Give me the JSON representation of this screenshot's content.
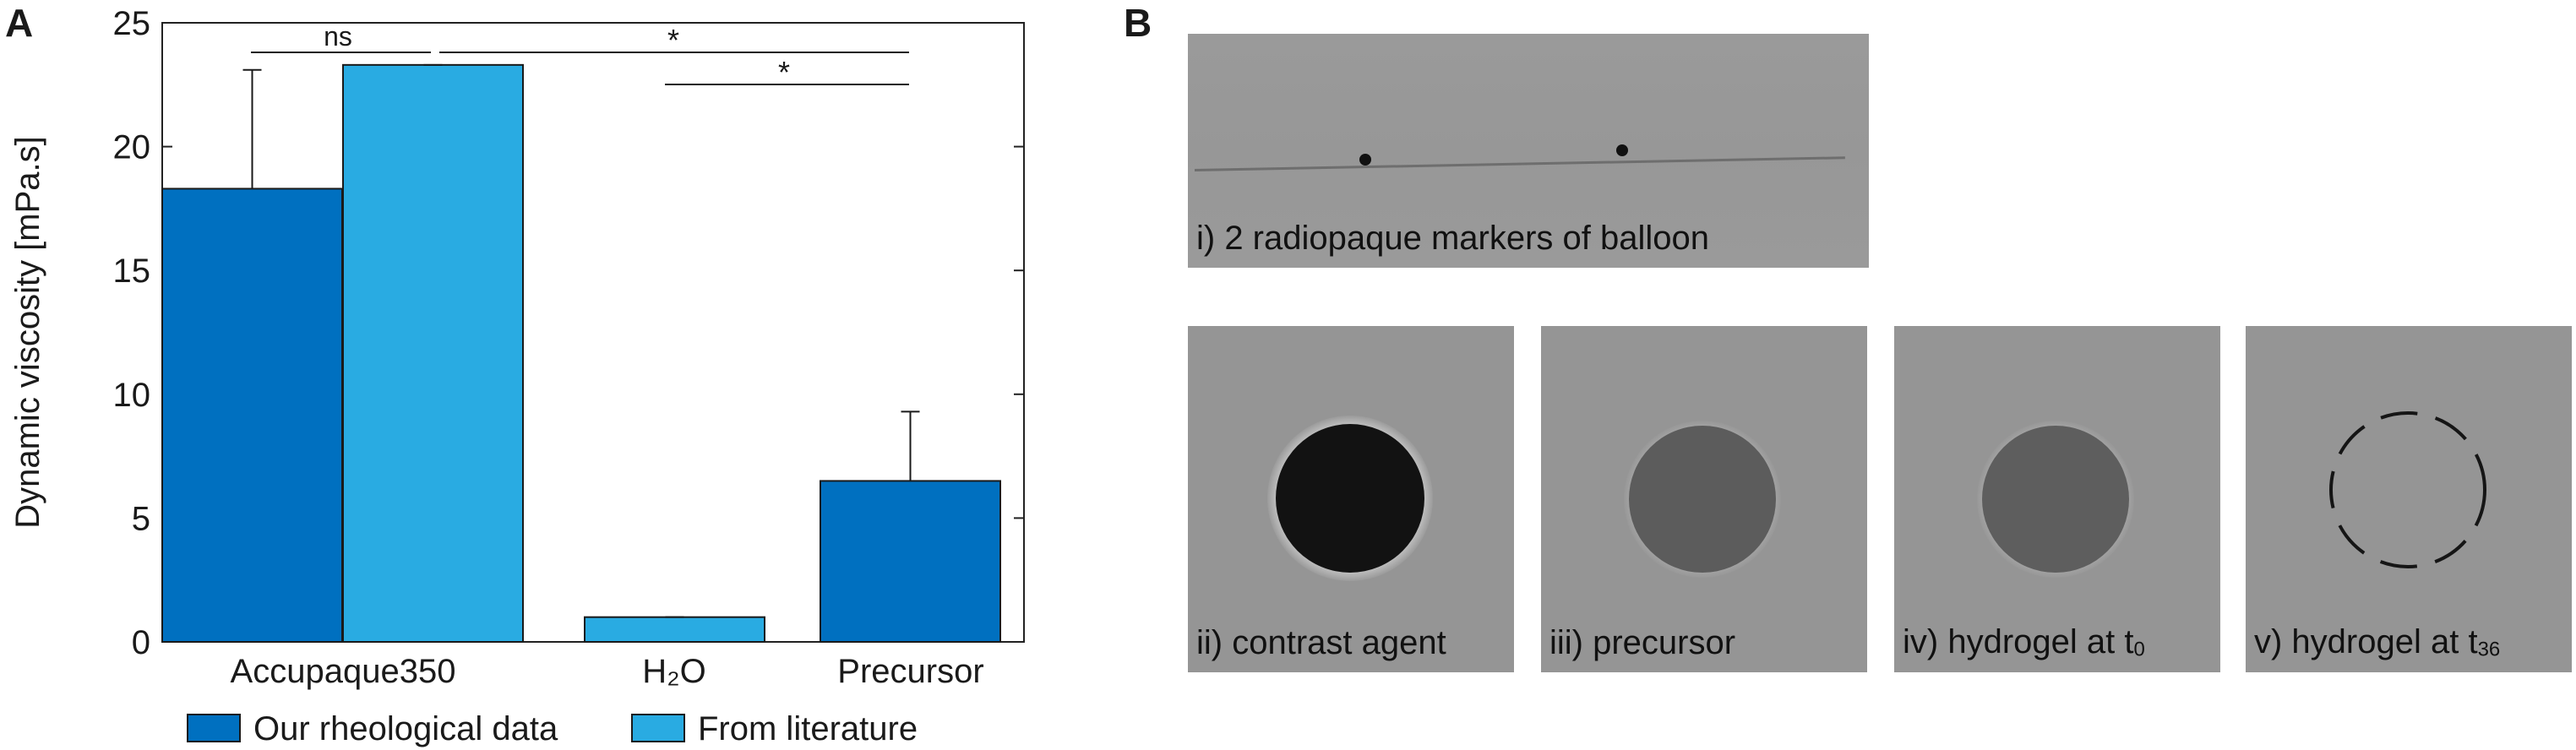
{
  "panel_a": {
    "letter": "A"
  },
  "panel_b": {
    "letter": "B"
  },
  "chart_data": {
    "type": "bar",
    "title": "",
    "ylabel": "Dynamic viscosity [mPa.s]",
    "xlabel": "",
    "ylim": [
      0,
      25
    ],
    "yticks": [
      0,
      5,
      10,
      15,
      20,
      25
    ],
    "categories": [
      "Accupaque350",
      "H₂O",
      "Precursor"
    ],
    "series": [
      {
        "name": "Our rheological data",
        "color": "#0070c0",
        "values": [
          18.3,
          null,
          6.5
        ],
        "errors": [
          4.8,
          null,
          2.8
        ]
      },
      {
        "name": "From literature",
        "color": "#29abe2",
        "values": [
          23.3,
          1.0,
          null
        ],
        "errors": [
          0,
          0,
          null
        ]
      }
    ],
    "significance": [
      {
        "label": "ns",
        "from": "Accupaque350 (Our rheological data)",
        "to": "Accupaque350 (From literature)"
      },
      {
        "label": "*",
        "from": "Accupaque350",
        "to": "Precursor"
      },
      {
        "label": "*",
        "from": "H₂O",
        "to": "Precursor"
      }
    ],
    "legend_position": "bottom",
    "grid": false
  },
  "images": [
    {
      "caption": "i) 2 radiopaque markers of balloon",
      "content": "markers"
    },
    {
      "caption": "ii) contrast agent",
      "content": "dark-disk"
    },
    {
      "caption": "iii) precursor",
      "content": "grey-disk"
    },
    {
      "caption_main": "iv) hydrogel at t",
      "caption_sub": "0",
      "content": "grey-disk"
    },
    {
      "caption_main": "v) hydrogel at t",
      "caption_sub": "36",
      "content": "dashed-circle"
    }
  ]
}
